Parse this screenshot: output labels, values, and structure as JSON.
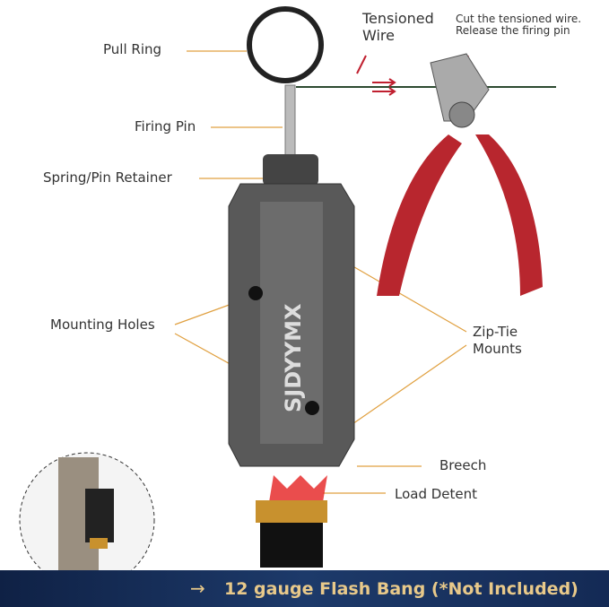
{
  "labels": {
    "pull_ring": "Pull Ring",
    "tensioned_wire_1": "Tensioned",
    "tensioned_wire_2": "Wire",
    "cut_1": "Cut the tensioned wire.",
    "cut_2": "Release the firing pin",
    "firing_pin": "Firing Pin",
    "spring_retainer": "Spring/Pin Retainer",
    "mounting_holes": "Mounting Holes",
    "zip_tie_1": "Zip-Tie",
    "zip_tie_2": "Mounts",
    "breech": "Breech",
    "load_detent": "Load Detent"
  },
  "brand": "SJDYYMX",
  "banner": {
    "arrow": "→",
    "text": "12 gauge Flash Bang (*Not Included)"
  },
  "colors": {
    "leader": "#e0a040",
    "plier_handle": "#b8262e",
    "banner_bg": "#1d3a6a",
    "banner_text": "#e8c98a"
  }
}
